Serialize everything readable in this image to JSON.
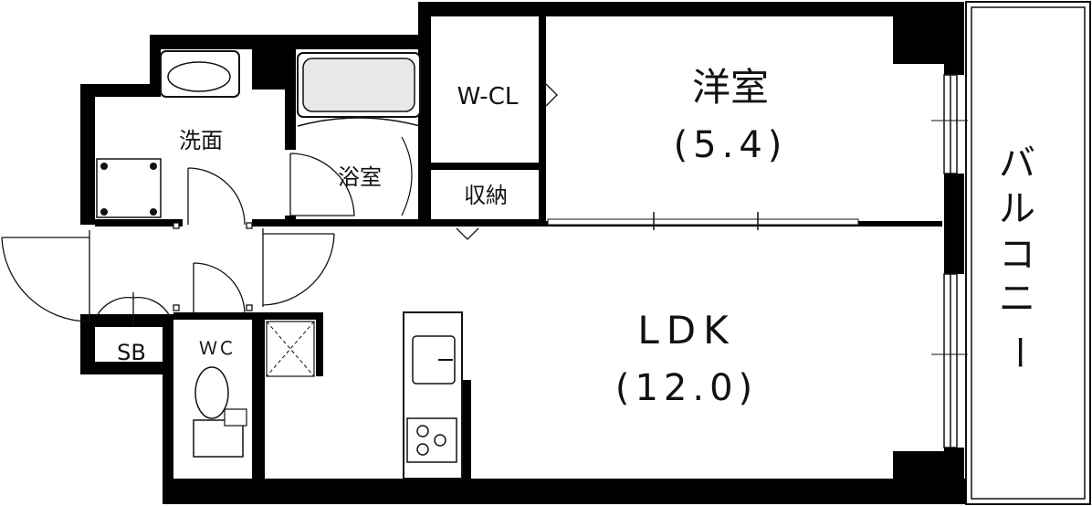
{
  "rooms": {
    "western_room": {
      "name": "洋室",
      "size": "(5.4)"
    },
    "ldk": {
      "name": "LDK",
      "size": "(12.0)"
    },
    "walk_in_closet": "W-CL",
    "storage": "収納",
    "washroom": "洗面",
    "bathroom": "浴室",
    "shoe_box": "SB",
    "toilet": "ＷＣ",
    "balcony": [
      "バ",
      "ル",
      "コ",
      "ニ",
      "ー"
    ]
  }
}
